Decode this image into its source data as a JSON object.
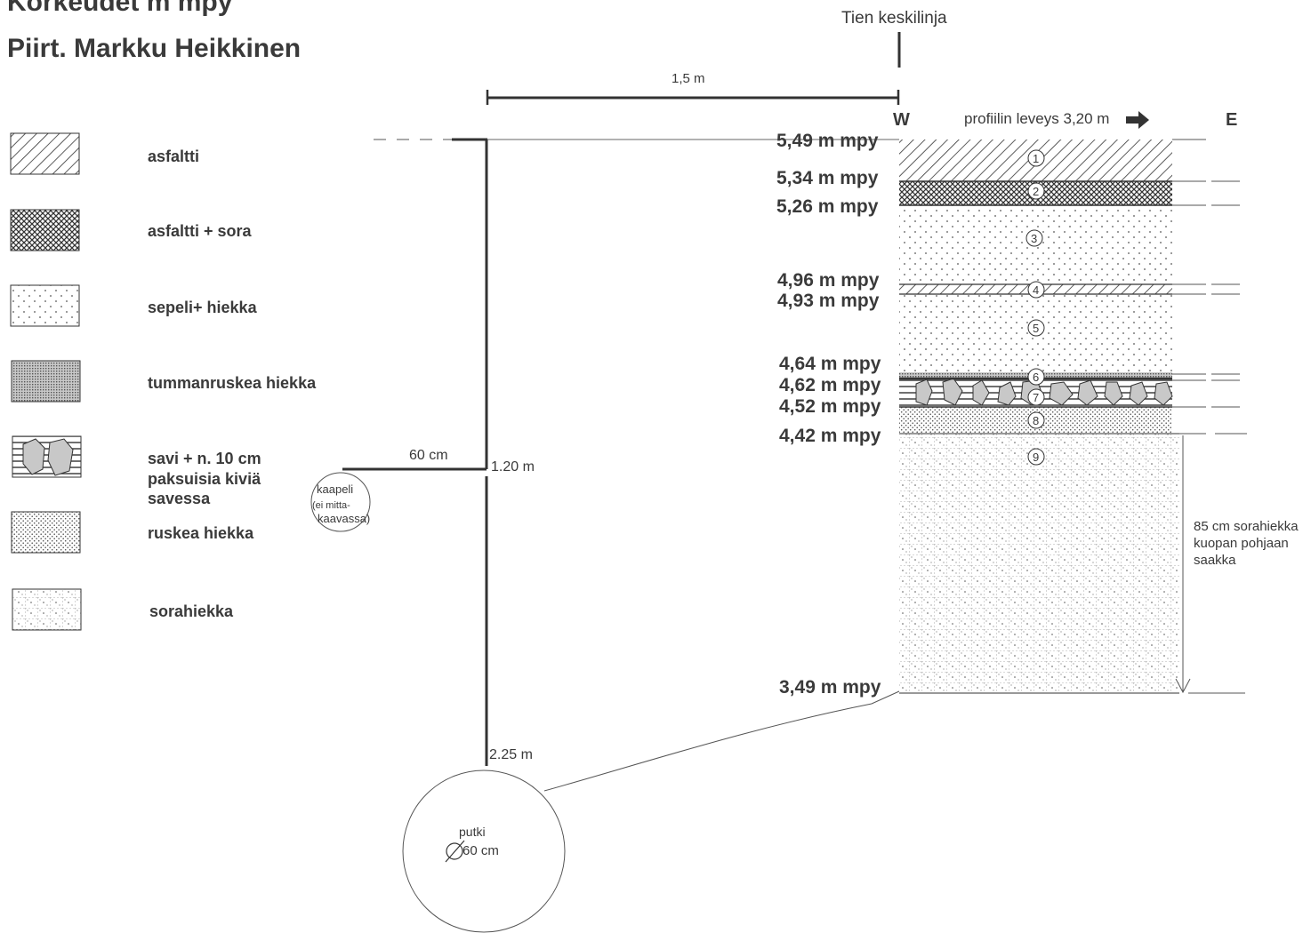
{
  "header": {
    "title_line1": "Korkeudet m mpy",
    "title_line2": "Piirt. Markku Heikkinen"
  },
  "legend": [
    {
      "label": "asfaltti",
      "pattern": "hatch"
    },
    {
      "label": "asfaltti + sora",
      "pattern": "crosshatch"
    },
    {
      "label": "sepeli+ hiekka",
      "pattern": "sparse-dots"
    },
    {
      "label": "tummanruskea hiekka",
      "pattern": "fine-dense"
    },
    {
      "label_lines": [
        "savi + n. 10 cm",
        "paksuisia kiviä",
        "savessa"
      ],
      "pattern": "clay-stones"
    },
    {
      "label": "ruskea hiekka",
      "pattern": "dense-dots"
    },
    {
      "label": "sorahiekka",
      "pattern": "grid-dots"
    }
  ],
  "road": {
    "centerline_label": "Tien keskilinja",
    "distance_label": "1,5 m"
  },
  "profile": {
    "west_label": "W",
    "east_label": "E",
    "width_label": "profiilin leveys 3,20 m",
    "elevations": [
      "5,49 m mpy",
      "5,34 m mpy",
      "5,26 m mpy",
      "4,96 m mpy",
      "4,93 m mpy",
      "4,64 m mpy",
      "4,62 m mpy",
      "4,52 m mpy",
      "4,42 m mpy",
      "3,49 m mpy"
    ],
    "layer_numbers": [
      "1",
      "2",
      "3",
      "4",
      "5",
      "6",
      "7",
      "8",
      "9"
    ],
    "bottom_note": [
      "85 cm sorahiekka",
      "kuopan pohjaan",
      "saakka"
    ]
  },
  "section": {
    "cable_distance_label": "60 cm",
    "cable_depth_label": "1.20 m",
    "cable_lines": [
      "kaapeli",
      "(ei mitta-",
      "kaavassa)"
    ],
    "pipe_depth_label": "2.25 m",
    "pipe_label": "putki",
    "pipe_diameter_label": "60 cm"
  },
  "colors": {
    "ink": "#2a2a2a",
    "stone_fill": "#c8c8c8"
  }
}
